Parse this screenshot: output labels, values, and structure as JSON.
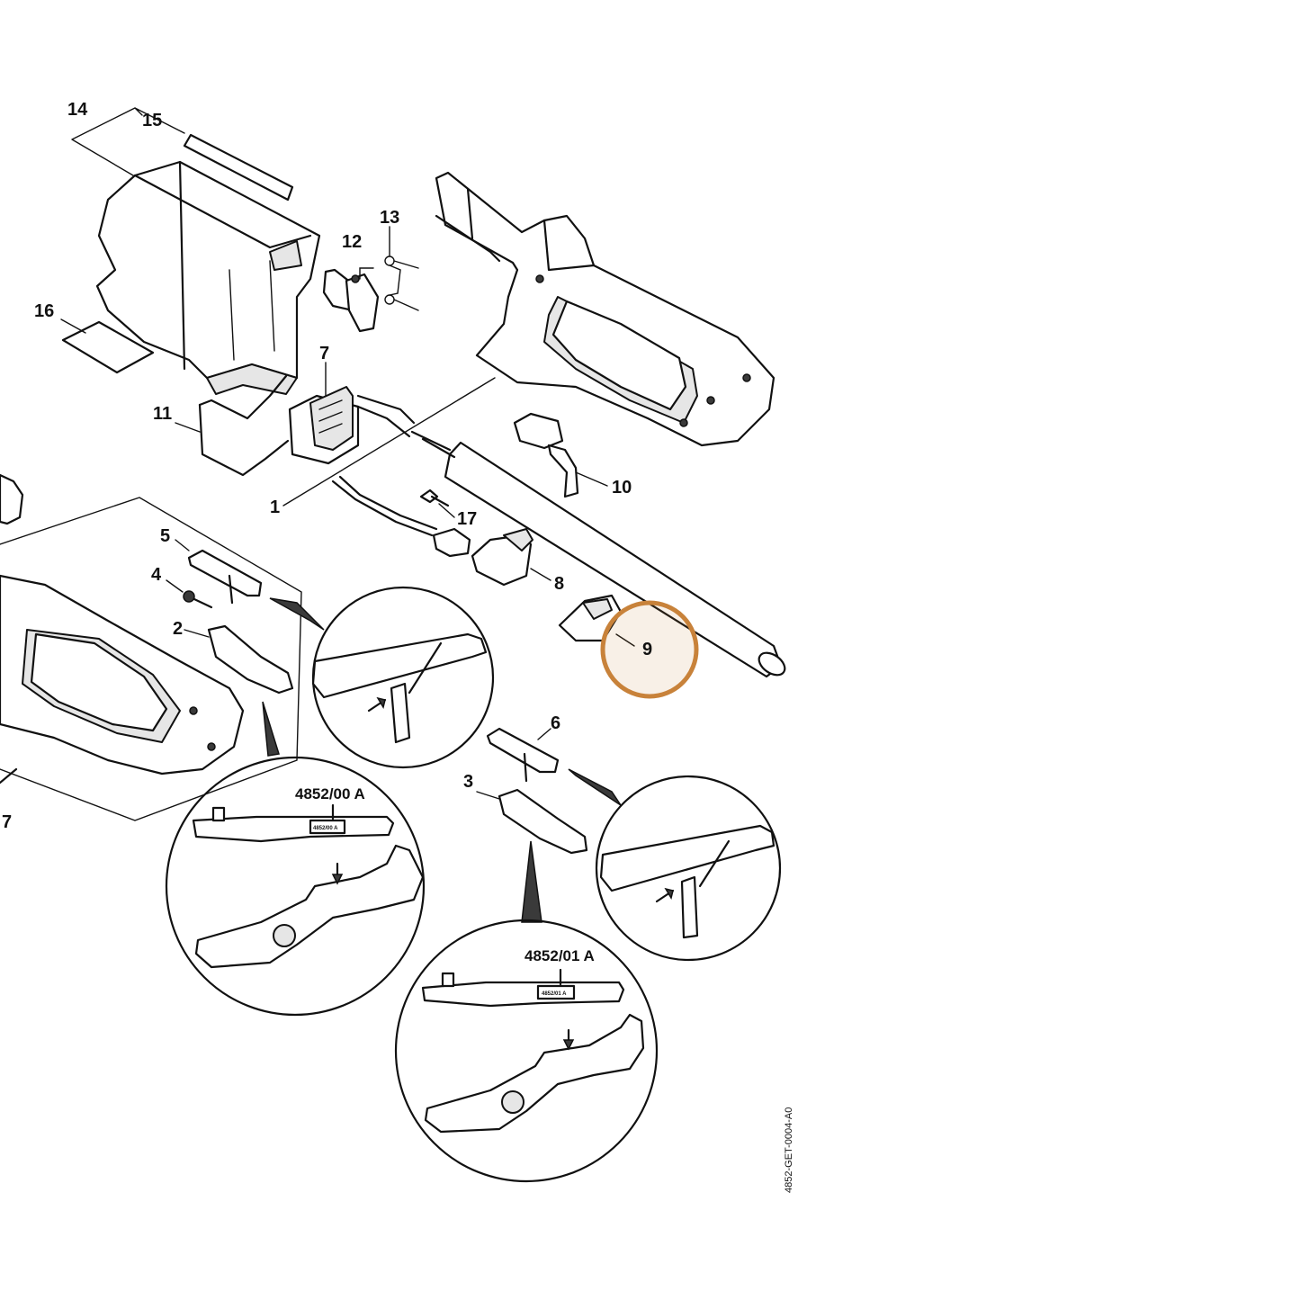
{
  "diagram": {
    "callouts": [
      {
        "id": "c14",
        "label": "14"
      },
      {
        "id": "c15",
        "label": "15"
      },
      {
        "id": "c16",
        "label": "16"
      },
      {
        "id": "c13",
        "label": "13"
      },
      {
        "id": "c12",
        "label": "12"
      },
      {
        "id": "c7a",
        "label": "7"
      },
      {
        "id": "c11",
        "label": "11"
      },
      {
        "id": "c10",
        "label": "10"
      },
      {
        "id": "c1",
        "label": "1"
      },
      {
        "id": "c17",
        "label": "17"
      },
      {
        "id": "c5",
        "label": "5"
      },
      {
        "id": "c4",
        "label": "4"
      },
      {
        "id": "c8",
        "label": "8"
      },
      {
        "id": "c2",
        "label": "2"
      },
      {
        "id": "c9",
        "label": "9"
      },
      {
        "id": "c6",
        "label": "6"
      },
      {
        "id": "c3",
        "label": "3"
      },
      {
        "id": "c7b",
        "label": "7"
      }
    ],
    "part_codes": {
      "code_00": "4852/00 A",
      "code_01": "4852/01 A"
    },
    "drawing_reference": "4852-GET-0004-A0",
    "highlight": {
      "target": "9",
      "color": "#c8823a"
    }
  }
}
